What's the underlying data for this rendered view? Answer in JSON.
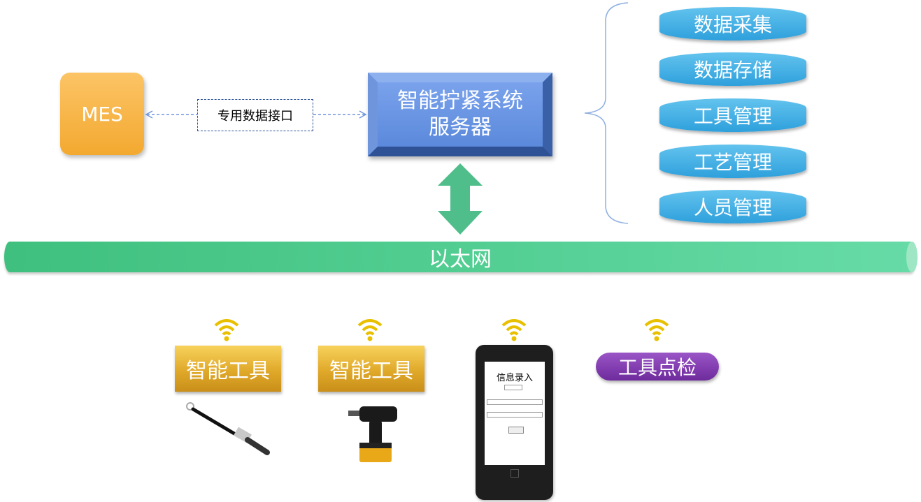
{
  "mes": {
    "label": "MES"
  },
  "interface": {
    "label": "专用数据接口"
  },
  "server": {
    "line1": "智能拧紧系统",
    "line2": "服务器"
  },
  "functions": [
    {
      "label": "数据采集"
    },
    {
      "label": "数据存储"
    },
    {
      "label": "工具管理"
    },
    {
      "label": "工艺管理"
    },
    {
      "label": "人员管理"
    }
  ],
  "network": {
    "label": "以太网"
  },
  "devices": [
    {
      "label": "智能工具"
    },
    {
      "label": "智能工具"
    },
    {
      "label": "工具点检"
    }
  ],
  "handheld": {
    "screen_title": "信息录入"
  },
  "colors": {
    "mes": "#f3a930",
    "server": "#5b89db",
    "function_pill": "#2ea0dc",
    "ethernet": "#4fcb8c",
    "tool_label": "#e0a92a",
    "check_pill": "#7a34a8",
    "wifi": "#f2c800",
    "link_arrow": "#4fbe8a"
  }
}
